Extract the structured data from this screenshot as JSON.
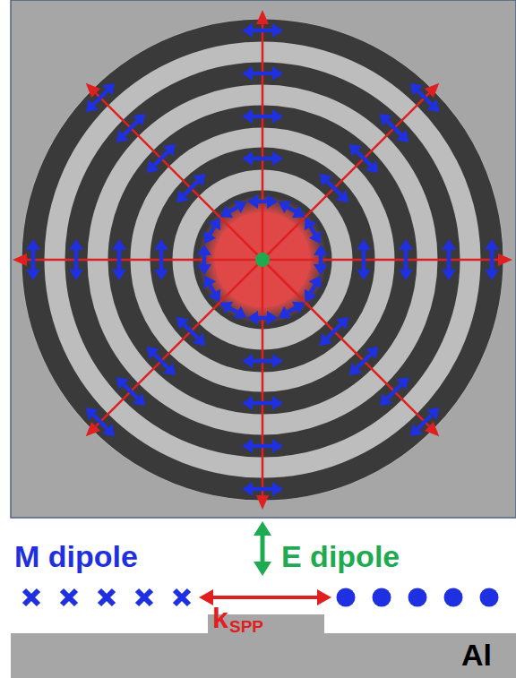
{
  "diagram": {
    "labels": [
      "M dipole",
      "E dipole",
      "k",
      "SPP",
      "Al"
    ]
  }
}
